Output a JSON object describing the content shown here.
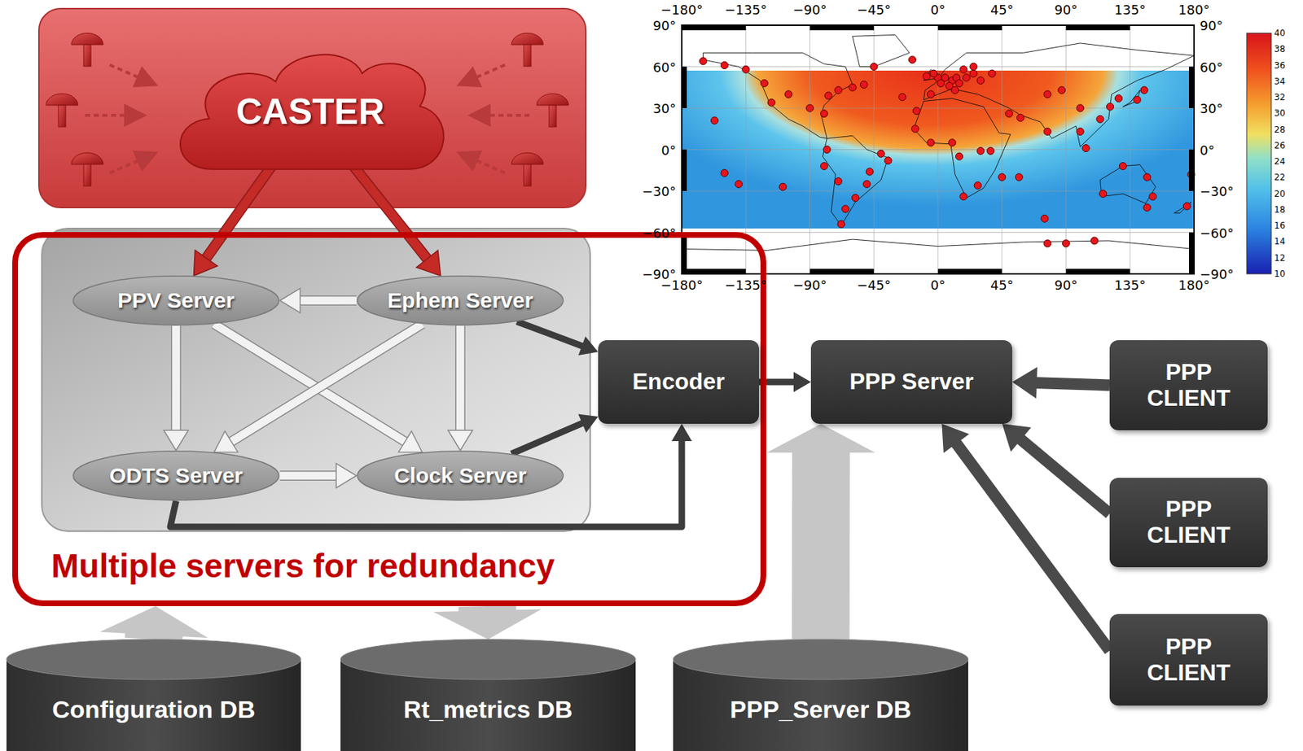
{
  "diagram": {
    "nodes": [
      {
        "text": [
          "CASTER"
        ]
      },
      {
        "text": [
          "Multiple servers for redundancy"
        ]
      },
      {
        "text": [
          "PPV Server"
        ],
        "in": 1
      },
      {
        "text": [
          "Ephem Server"
        ],
        "in": 1
      },
      {
        "text": [
          "ODTS Server"
        ],
        "in": 1
      },
      {
        "text": [
          "Clock Server"
        ],
        "in": 1
      },
      {
        "text": [
          "Encoder"
        ]
      },
      {
        "text": [
          "PPP Server"
        ]
      },
      {
        "text": [
          "PPP CLIENT"
        ]
      },
      {
        "text": [
          "PPP CLIENT"
        ]
      },
      {
        "text": [
          "PPP CLIENT"
        ]
      },
      {
        "text": [
          "Configuration DB"
        ]
      },
      {
        "text": [
          "Rt_metrics DB"
        ]
      },
      {
        "text": [
          "PPP_Server DB"
        ]
      }
    ],
    "edges": [
      {
        "from": 0,
        "to": 2,
        "arrow": "to"
      },
      {
        "from": 0,
        "to": 3,
        "arrow": "to"
      },
      {
        "from": 3,
        "to": 2,
        "arrow": "to"
      },
      {
        "from": 2,
        "to": 4,
        "arrow": "to"
      },
      {
        "from": 2,
        "to": 5,
        "arrow": "to"
      },
      {
        "from": 3,
        "to": 4,
        "arrow": "to"
      },
      {
        "from": 3,
        "to": 5,
        "arrow": "to"
      },
      {
        "from": 4,
        "to": 5,
        "arrow": "to"
      },
      {
        "from": 3,
        "to": 6,
        "arrow": "to"
      },
      {
        "from": 5,
        "to": 6,
        "arrow": "to"
      },
      {
        "from": 4,
        "to": 6,
        "arrow": "to"
      },
      {
        "from": 6,
        "to": 7,
        "arrow": "to"
      },
      {
        "from": 8,
        "to": 7,
        "arrow": "to"
      },
      {
        "from": 9,
        "to": 7,
        "arrow": "to"
      },
      {
        "from": 10,
        "to": 7,
        "arrow": "to"
      },
      {
        "from": 11,
        "to": 1,
        "arrow": "to"
      },
      {
        "from": 1,
        "to": 12,
        "arrow": "to"
      },
      {
        "from": 13,
        "to": 7,
        "arrow": "to"
      }
    ],
    "labels": [
      "−180°",
      "−135°",
      "−90°",
      "−45°",
      "0°",
      "45°",
      "90°",
      "135°",
      "180°",
      "−180°",
      "−135°",
      "−90°",
      "−45°",
      "0°",
      "45°",
      "90°",
      "135°",
      "180°",
      "90°",
      "60°",
      "30°",
      "0°",
      "−30°",
      "−60°",
      "−90°",
      "90°",
      "60°",
      "30°",
      "0°",
      "−30°",
      "−60°",
      "−90°",
      "40",
      "38",
      "36",
      "34",
      "32",
      "30",
      "28",
      "26",
      "24",
      "22",
      "20",
      "18",
      "16",
      "14",
      "12",
      "10"
    ]
  }
}
